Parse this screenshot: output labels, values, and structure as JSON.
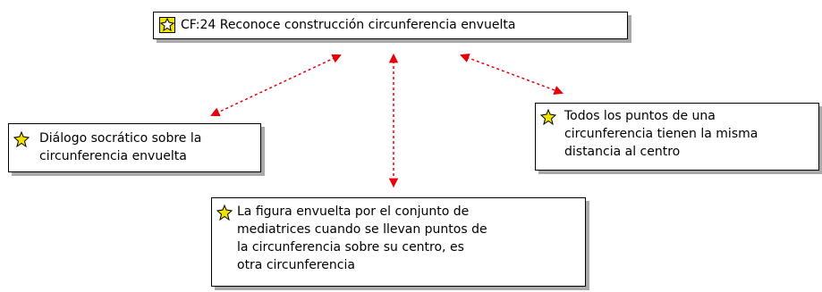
{
  "nodes": {
    "root": {
      "text": "CF:24 Reconoce construcción circunferencia envuelta",
      "icon": "code-icon",
      "highlight_color": "#f2e200"
    },
    "left": {
      "line1": "Diálogo socrático sobre la",
      "line2": "circunferencia envuelta",
      "icon": "code-icon"
    },
    "right": {
      "line1": "Todos los puntos de una",
      "line2": "circunferencia tienen la misma",
      "line3": "distancia al centro",
      "icon": "code-icon"
    },
    "bottom": {
      "line1": "La figura envuelta por el conjunto de",
      "line2": "mediatrices cuando se llevan puntos de",
      "line3": "la circunferencia sobre su centro, es",
      "line4": "otra circunferencia",
      "icon": "code-icon"
    }
  },
  "colors": {
    "edge": "#e8000b",
    "shadow": "#a9a9a9",
    "icon_fill": "#f2e200"
  }
}
